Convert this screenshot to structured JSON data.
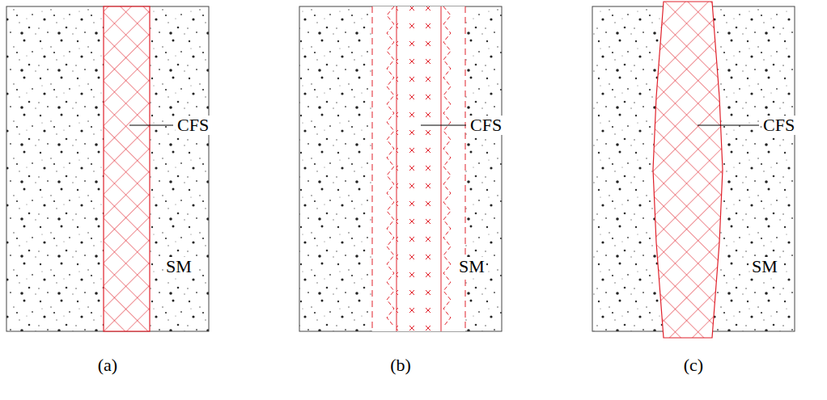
{
  "diagram": {
    "labels": [
      "CFS",
      "SM",
      "CFS",
      "SM",
      "CFS",
      "SM",
      "(a)",
      "(b)",
      "(c)"
    ]
  }
}
